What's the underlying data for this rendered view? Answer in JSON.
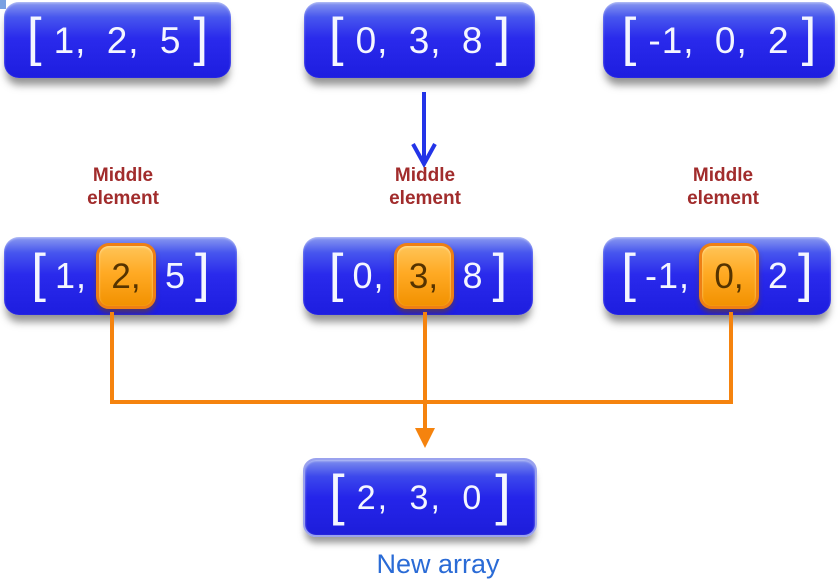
{
  "top_row": [
    {
      "open": "[",
      "text": "1, 2, 5",
      "close": "]"
    },
    {
      "open": "[",
      "text": "0, 3, 8",
      "close": "]"
    },
    {
      "open": "[",
      "text": "-1, 0, 2",
      "close": "]"
    }
  ],
  "middle_row": [
    {
      "label": "Middle element",
      "open": "[",
      "pre": "1,",
      "highlight": "2,",
      "post": "5",
      "close": "]"
    },
    {
      "label": "Middle element",
      "open": "[",
      "pre": "0,",
      "highlight": "3,",
      "post": "8",
      "close": "]"
    },
    {
      "label": "Middle element",
      "open": "[",
      "pre": "-1,",
      "highlight": "0,",
      "post": "2",
      "close": "]"
    }
  ],
  "result": {
    "open": "[",
    "text": "2, 3, 0",
    "close": "]",
    "caption": "New array"
  },
  "colors": {
    "box_blue": "#2a2aec",
    "box_blue_light": "#8a9af0",
    "highlight_orange": "#ffaa24",
    "highlight_border": "#ee7f14",
    "highlight_text": "#553300",
    "connector_orange": "#f5830e",
    "arrow_blue": "#2334e8",
    "label_maroon": "#a12c2c",
    "caption_blue": "#2a6bd6"
  }
}
